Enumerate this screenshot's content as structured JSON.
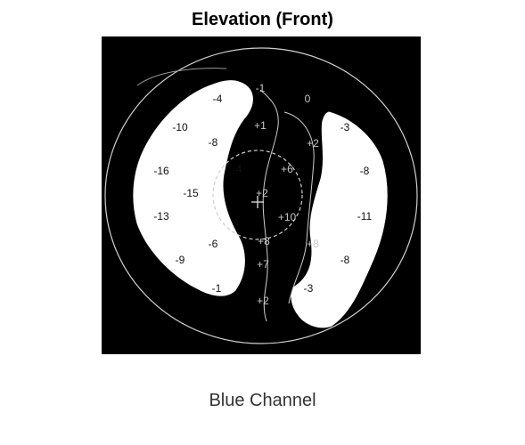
{
  "title": "Elevation (Front)",
  "caption": "Blue Channel",
  "colors": {
    "background": "#000000",
    "highlight": "#ffffff",
    "outline": "#cfcfcf"
  },
  "map_labels": [
    {
      "text": "-1",
      "region": "center"
    },
    {
      "text": "0",
      "region": "center"
    },
    {
      "text": "-4",
      "region": "left-lobe"
    },
    {
      "text": "-10",
      "region": "left-lobe"
    },
    {
      "text": "-8",
      "region": "left-lobe"
    },
    {
      "text": "+1",
      "region": "center"
    },
    {
      "text": "-3",
      "region": "right-lobe"
    },
    {
      "text": "+2",
      "region": "center"
    },
    {
      "text": "-16",
      "region": "left-lobe"
    },
    {
      "text": "-4",
      "region": "left-lobe"
    },
    {
      "text": "+6",
      "region": "center"
    },
    {
      "text": "-8",
      "region": "right-lobe"
    },
    {
      "text": "-15",
      "region": "left-lobe"
    },
    {
      "text": "+2",
      "region": "center"
    },
    {
      "text": "-13",
      "region": "left-lobe"
    },
    {
      "text": "+10",
      "region": "center"
    },
    {
      "text": "-11",
      "region": "right-lobe"
    },
    {
      "text": "-6",
      "region": "left-lobe"
    },
    {
      "text": "+8",
      "region": "center"
    },
    {
      "text": "+8",
      "region": "center"
    },
    {
      "text": "-9",
      "region": "left-lobe"
    },
    {
      "text": "+7",
      "region": "center"
    },
    {
      "text": "-8",
      "region": "right-lobe"
    },
    {
      "text": "-1",
      "region": "left-lobe"
    },
    {
      "text": "-3",
      "region": "right-lobe"
    },
    {
      "text": "+2",
      "region": "center"
    }
  ]
}
